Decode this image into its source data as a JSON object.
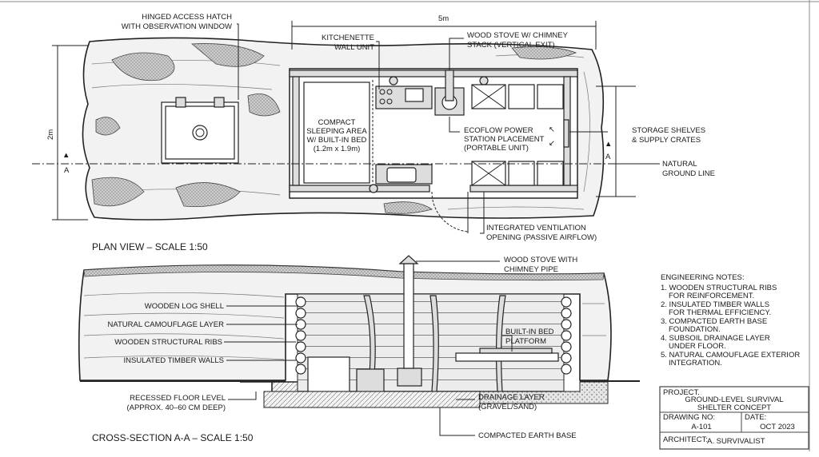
{
  "plan": {
    "title": "PLAN VIEW – SCALE 1:50",
    "dim_length": "5m",
    "dim_width": "2m",
    "section_marker": "A",
    "labels": {
      "hatch": [
        "HINGED ACCESS HATCH",
        "WITH OBSERVATION WINDOW"
      ],
      "kitchen": [
        "KITCHENETTE",
        "WALL UNIT"
      ],
      "stove": [
        "WOOD STOVE W/ CHIMNEY",
        "STACK (VERTICAL EXIT)"
      ],
      "bed": [
        "COMPACT",
        "SLEEPING AREA",
        "W/ BUILT-IN BED",
        "(1.2m x 1.9m)"
      ],
      "ecoflow": [
        "ECOFLOW POWER",
        "STATION PLACEMENT",
        "(PORTABLE UNIT)"
      ],
      "storage": [
        "STORAGE SHELVES",
        "& SUPPLY CRATES"
      ],
      "ground": [
        "NATURAL",
        "GROUND LINE"
      ],
      "vent": [
        "INTEGRATED VENTILATION",
        "OPENING (PASSIVE AIRFLOW)"
      ]
    }
  },
  "section": {
    "title": "CROSS-SECTION A-A – SCALE 1:50",
    "labels": {
      "shell": "WOODEN LOG SHELL",
      "camo": "NATURAL CAMOUFLAGE LAYER",
      "ribs": "WOODEN STRUCTURAL RIBS",
      "walls": "INSULATED TIMBER WALLS",
      "floor": [
        "RECESSED FLOOR LEVEL",
        "(APPROX. 40–60 CM DEEP)"
      ],
      "stove": [
        "WOOD STOVE WITH",
        "CHIMNEY PIPE"
      ],
      "bed": [
        "BUILT-IN BED",
        "PLATFORM"
      ],
      "drain": [
        "DRAINAGE LAYER",
        "(GRAVEL/SAND)"
      ],
      "earth": "COMPACTED EARTH BASE"
    }
  },
  "notes": {
    "heading": "ENGINEERING NOTES:",
    "items": [
      [
        "1. WOODEN STRUCTURAL RIBS",
        "FOR REINFORCEMENT."
      ],
      [
        "2. INSULATED TIMBER WALLS",
        "FOR THERMAL EFFICIENCY."
      ],
      [
        "3. COMPACTED EARTH BASE",
        "FOUNDATION."
      ],
      [
        "4. SUBSOIL DRAINAGE LAYER",
        "UNDER FLOOR."
      ],
      [
        "5. NATURAL CAMOUFLAGE EXTERIOR",
        "INTEGRATION."
      ]
    ]
  },
  "title_block": {
    "project_label": "PROJECT.",
    "project": [
      "GROUND-LEVEL SURVIVAL",
      "SHELTER CONCEPT"
    ],
    "drawing_no_label": "DRAWING NO:",
    "drawing_no": "A-101",
    "date_label": "DATE:",
    "date": "OCT 2023",
    "architect_label": "ARCHITECT:",
    "architect": "A. SURVIVALIST"
  }
}
